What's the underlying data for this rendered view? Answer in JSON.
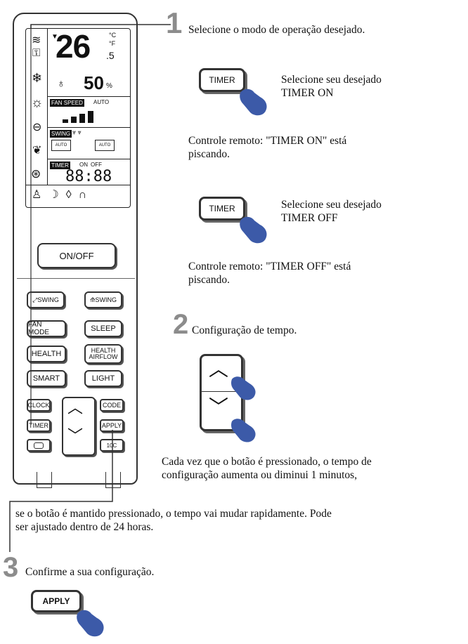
{
  "remote": {
    "temperature": "26",
    "temp_decimal": ".5",
    "unit_c": "°C",
    "unit_f": "°F",
    "humidity": "50",
    "humidity_unit": "%",
    "fan_speed_label": "FAN SPEED",
    "auto_label": "AUTO",
    "swing_label": "SWING",
    "vane_auto_1": "AUTO",
    "vane_auto_2": "AUTO",
    "timer_label": "TIMER",
    "on_label": "ON",
    "off_label": "OFF",
    "clock_display": "88:88",
    "buttons": {
      "on_off": "ON/OFF",
      "swing_v": "SWING",
      "swing_h": "SWING",
      "fan_mode": "FAN MODE",
      "sleep": "SLEEP",
      "health": "HEALTH",
      "health_airflow_1": "HEALTH",
      "health_airflow_2": "AIRFLOW",
      "smart": "SMART",
      "light": "LIGHT",
      "clock": "CLOCK",
      "code": "CODE",
      "timer": "TIMER",
      "apply": "APPLY",
      "ten_c": "10C"
    }
  },
  "steps": {
    "step1_num": "1",
    "step1_text": "Selecione o modo de operação desejado.",
    "timer_key_label": "TIMER",
    "timer_on_line1": "Selecione seu desejado",
    "timer_on_line2": "TIMER ON",
    "timer_on_status_line1": "Controle remoto: \"TIMER ON\" está",
    "timer_on_status_line2": "piscando.",
    "timer_off_line1": "Selecione seu desejado",
    "timer_off_line2": "TIMER OFF",
    "timer_off_status_line1": "Controle remoto: \"TIMER OFF\" está",
    "timer_off_status_line2": "piscando.",
    "step2_num": "2",
    "step2_text": "Configuração de tempo.",
    "step2_desc_line1": "Cada vez que o botão é pressionado, o tempo de",
    "step2_desc_line2": "configuração aumenta ou diminui 1 minutos,",
    "step2_cont_line1": "se o botão é mantido pressionado, o tempo vai mudar rapidamente. Pode",
    "step2_cont_line2": "ser ajustado dentro de 24 horas.",
    "step3_num": "3",
    "step3_text": "Confirme a sua configuração.",
    "apply_key_label": "APPLY"
  },
  "colors": {
    "hand": "#3c5aa8",
    "step_number": "#8c8c8c",
    "line": "#333333"
  }
}
